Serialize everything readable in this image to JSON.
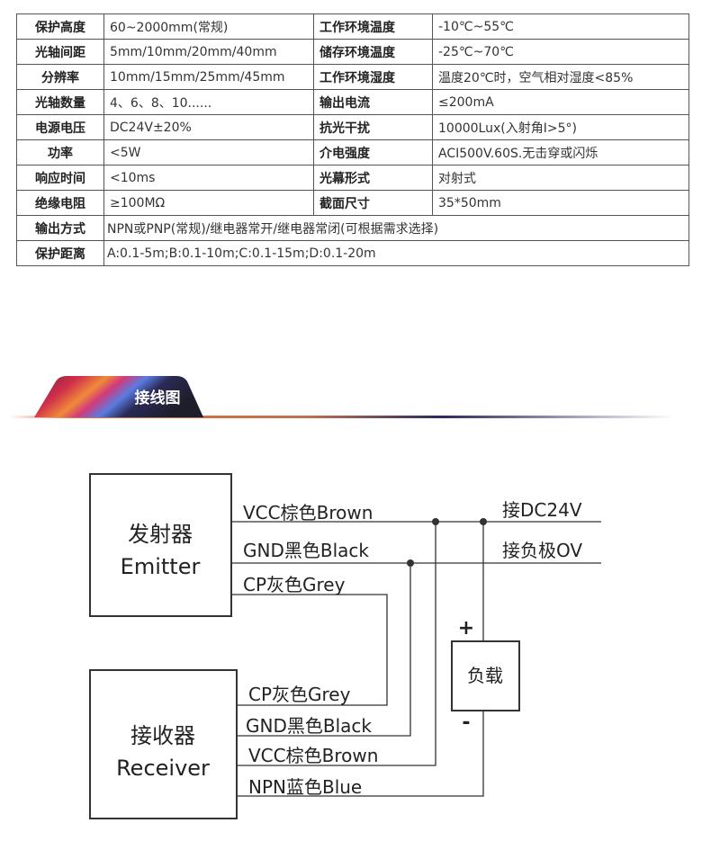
{
  "spec_table": {
    "rows": [
      {
        "k1": "保护高度",
        "v1": "60~2000mm(常规)",
        "k2": "工作环境温度",
        "v2": "-10℃~55℃"
      },
      {
        "k1": "光轴间距",
        "v1": "5mm/10mm/20mm/40mm",
        "k2": "储存环境温度",
        "v2": "-25℃~70℃"
      },
      {
        "k1": "分辨率",
        "v1": "10mm/15mm/25mm/45mm",
        "k2": "工作环境湿度",
        "v2": "温度20℃时，空气相对湿度<85%"
      },
      {
        "k1": "光轴数量",
        "v1": "4、6、8、10......",
        "k2": "输出电流",
        "v2": "≤200mA"
      },
      {
        "k1": "电源电压",
        "v1": "DC24V±20%",
        "k2": "抗光干扰",
        "v2": "10000Lux(入射角I>5°)"
      },
      {
        "k1": "功率",
        "v1": "<5W",
        "k2": "介电强度",
        "v2": "ACI500V.60S.无击穿或闪烁"
      },
      {
        "k1": "响应时间",
        "v1": "<10ms",
        "k2": "光幕形式",
        "v2": "对射式"
      },
      {
        "k1": "绝缘电阻",
        "v1": "≥100MΩ",
        "k2": "截面尺寸",
        "v2": "35*50mm"
      }
    ],
    "wide_rows": [
      {
        "k": "输出方式",
        "v": "NPN或PNP(常规)/继电器常开/继电器常闭(可根据需求选择)"
      },
      {
        "k": "保护距离",
        "v": "A:0.1-5m;B:0.1-10m;C:0.1-15m;D:0.1-20m"
      }
    ]
  },
  "banner": {
    "title": "接线图"
  },
  "diagram": {
    "emitter": {
      "cn": "发射器",
      "en": "Emitter"
    },
    "receiver": {
      "cn": "接收器",
      "en": "Receiver"
    },
    "emitter_wires": {
      "vcc": "VCC棕色Brown",
      "gnd": "GND黑色Black",
      "cp": "CP灰色Grey"
    },
    "receiver_wires": {
      "cp": "CP灰色Grey",
      "gnd": "GND黑色Black",
      "vcc": "VCC棕色Brown",
      "npn": "NPN蓝色Blue"
    },
    "supply": {
      "pos": "接DC24V",
      "neg": "接负极OV"
    },
    "load": {
      "label": "负载",
      "plus": "+",
      "minus": "-"
    }
  }
}
